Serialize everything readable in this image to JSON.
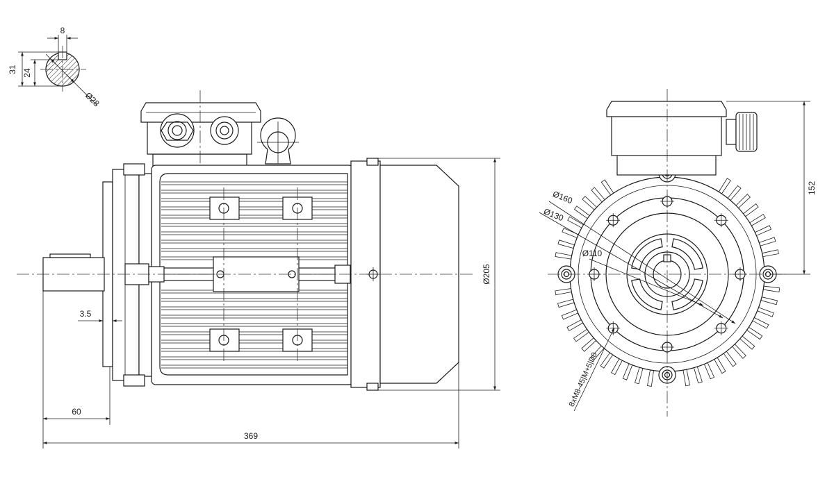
{
  "drawing": {
    "key_section": {
      "key_width": "8",
      "overall_height": "31",
      "key_depth_height": "24",
      "shaft_diameter": "Ø28"
    },
    "side_view": {
      "flange_offset": "3.5",
      "shaft_length": "60",
      "overall_length": "369",
      "frame_diameter": "Ø205"
    },
    "end_view": {
      "outer_flange_diameter": "Ø160",
      "pitch_diameter": "Ø130",
      "spigot_diameter": "Ø110",
      "terminal_box_height": "152",
      "bolt_note": "8xM8-45|M+5|D0"
    }
  },
  "colors": {
    "line": "#1a1a1a",
    "background": "#ffffff"
  }
}
